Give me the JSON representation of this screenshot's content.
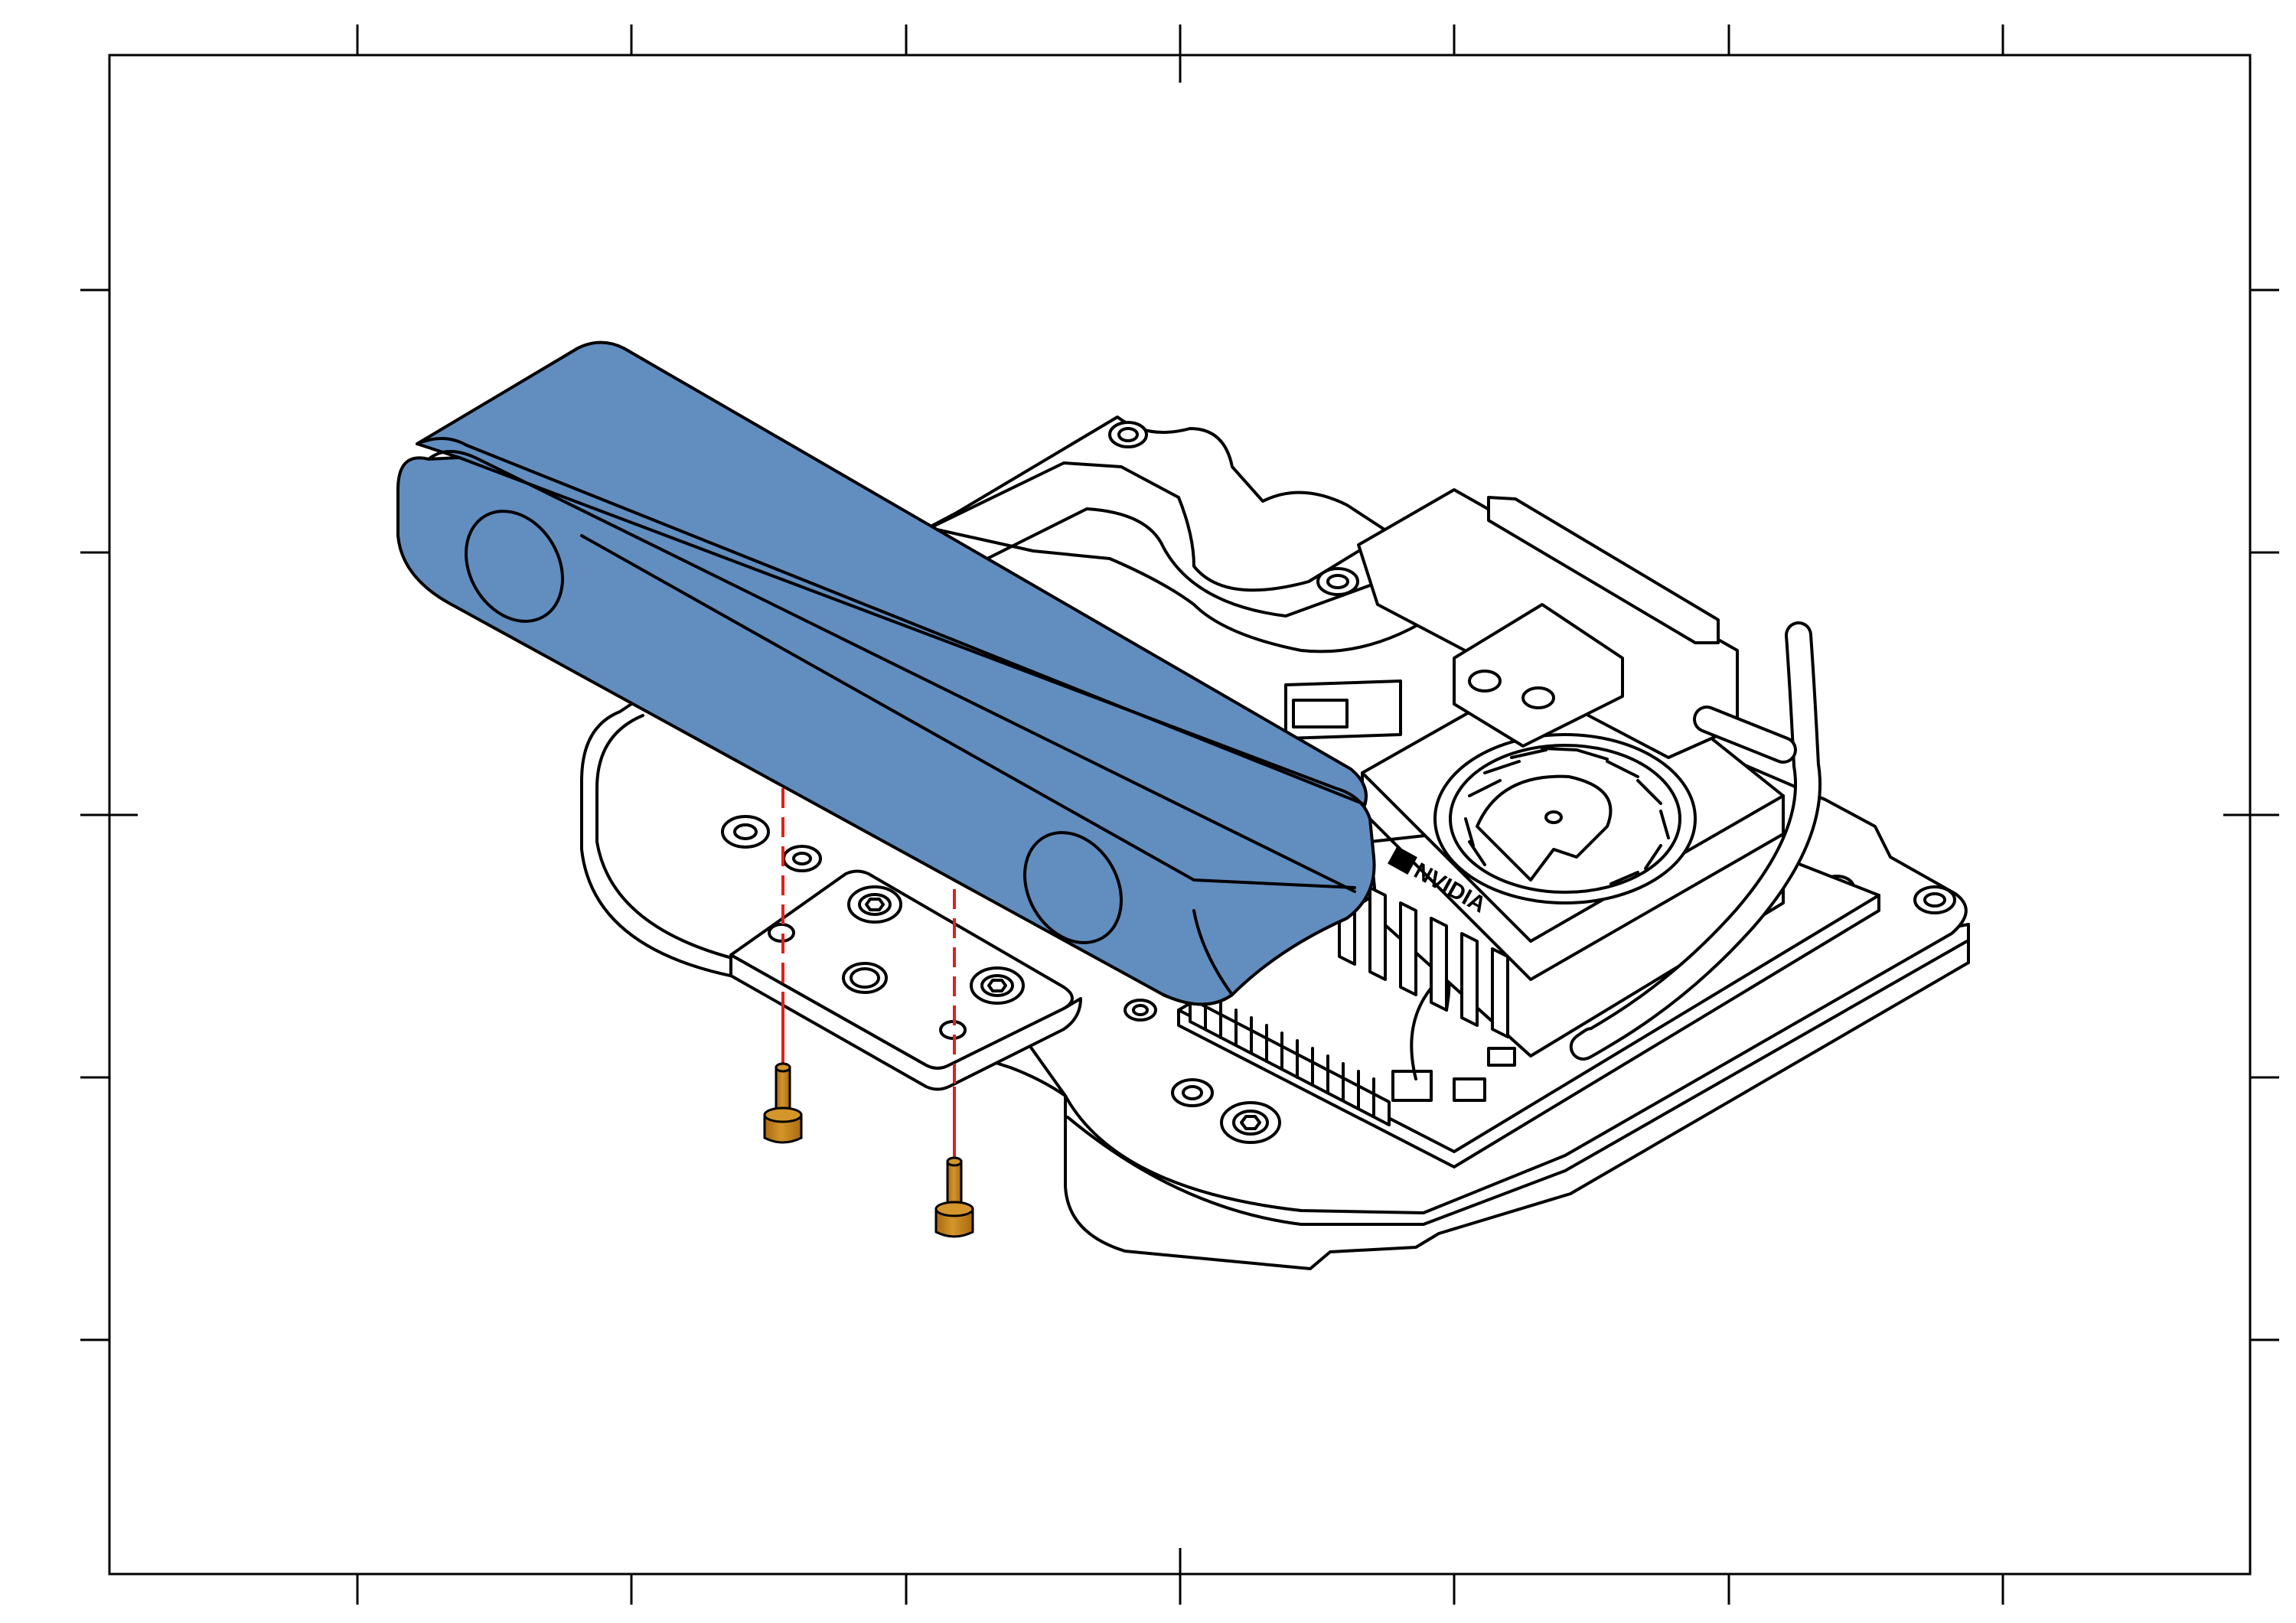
{
  "figure": {
    "type": "exploded assembly illustration",
    "logo_text": "NVIDIA"
  },
  "colors": {
    "camera": "#628dbf",
    "screw": "#d4952b",
    "screw_dark": "#a86a10",
    "leader_line": "#e0201c",
    "line": "#000000",
    "background": "#ffffff"
  },
  "parts": [
    {
      "id": "stereo-camera",
      "icon": "stereo-camera-icon"
    },
    {
      "id": "camera-mount-bracket",
      "icon": "bracket-icon"
    },
    {
      "id": "base-plate",
      "icon": "plate-icon"
    },
    {
      "id": "compute-module",
      "icon": "board-icon"
    },
    {
      "id": "cooling-fan",
      "icon": "fan-icon"
    },
    {
      "id": "cable",
      "icon": "cable-icon"
    },
    {
      "id": "screw",
      "icon": "screw-icon",
      "count": 2
    }
  ]
}
